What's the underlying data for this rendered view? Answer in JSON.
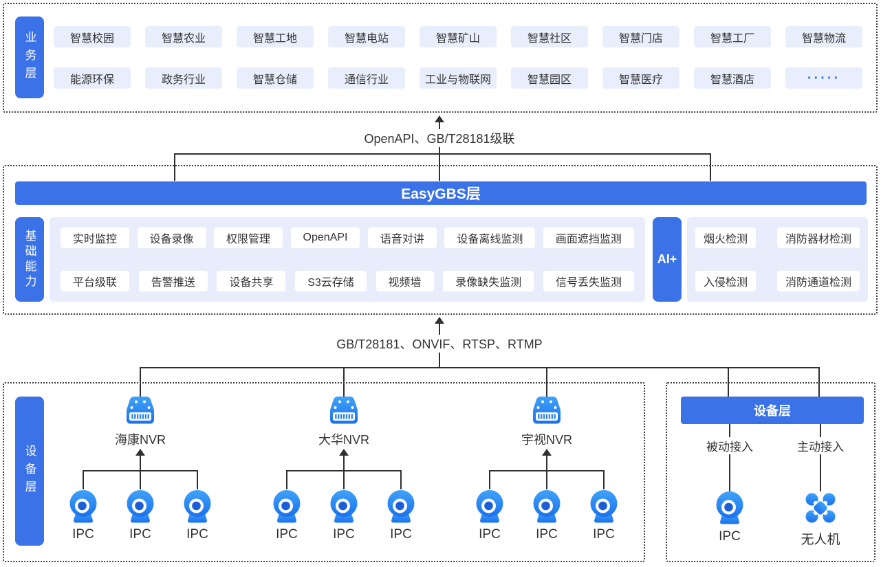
{
  "business_layer": {
    "label": "业务层",
    "row1": [
      "智慧校园",
      "智慧农业",
      "智慧工地",
      "智慧电站",
      "智慧矿山",
      "智慧社区",
      "智慧门店",
      "智慧工厂",
      "智慧物流"
    ],
    "row2": [
      "能源环保",
      "政务行业",
      "智慧仓储",
      "通信行业",
      "工业与物联网",
      "智慧园区",
      "智慧医疗",
      "智慧酒店",
      "·····"
    ]
  },
  "link_top": {
    "label": "OpenAPI、GB/T28181级联"
  },
  "gbs_layer": {
    "bar_label": "EasyGBS层",
    "basic": {
      "label": "基础能力",
      "row1": [
        "实时监控",
        "设备录像",
        "权限管理",
        "OpenAPI",
        "语音对讲",
        "设备离线监测",
        "画面遮挡监测"
      ],
      "row2": [
        "平台级联",
        "告警推送",
        "设备共享",
        "S3云存储",
        "视频墙",
        "录像缺失监测",
        "信号丢失监测"
      ]
    },
    "ai": {
      "label": "AI+",
      "row1": [
        "烟火检测",
        "消防器材检测"
      ],
      "row2": [
        "入侵检测",
        "消防通道检测"
      ]
    }
  },
  "link_bottom": {
    "label": "GB/T28181、ONVIF、RTSP、RTMP"
  },
  "device_layer": {
    "label": "设备层",
    "nvr_groups": [
      {
        "name": "海康NVR",
        "ipcs": [
          "IPC",
          "IPC",
          "IPC"
        ]
      },
      {
        "name": "大华NVR",
        "ipcs": [
          "IPC",
          "IPC",
          "IPC"
        ]
      },
      {
        "name": "宇视NVR",
        "ipcs": [
          "IPC",
          "IPC",
          "IPC"
        ]
      }
    ],
    "right_box": {
      "header": "设备层",
      "passive": {
        "mode": "被动接入",
        "device": "IPC"
      },
      "active": {
        "mode": "主动接入",
        "device": "无人机"
      }
    }
  },
  "colors": {
    "primary": "#3B72E8",
    "chip_bg": "#E8EEFB",
    "panel_bg": "#E9EDFB",
    "line": "#2F2F2F",
    "dots_chip": "#2D7BEE",
    "icon_blue_light": "#3FA3F9",
    "icon_blue_dark": "#1B71EC",
    "lens_dark": "#1B5ED8"
  }
}
